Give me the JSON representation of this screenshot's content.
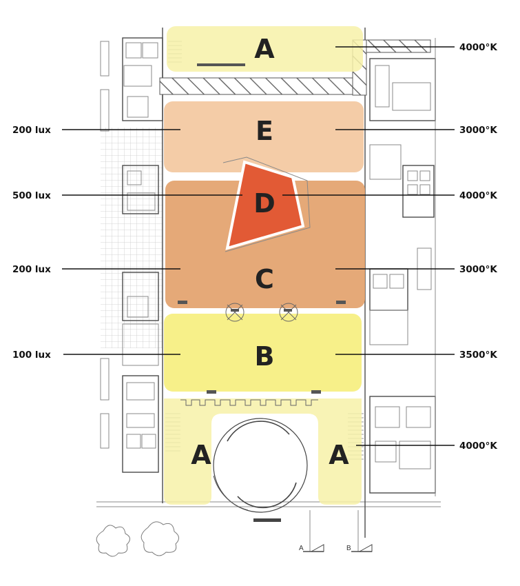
{
  "colors": {
    "zone_a": "#f7f1a8",
    "zone_b": "#f6ee7c",
    "zone_c": "#e3a26c",
    "zone_d": "#e25a35",
    "zone_e": "#f3c79d",
    "hatch": "#6f6f6f",
    "plan_lines": "#8a8a8a"
  },
  "zones": {
    "a_top": "A",
    "e": "E",
    "d": "D",
    "c": "C",
    "b": "B",
    "a_left": "A",
    "a_right": "A"
  },
  "illuminance_labels": [
    "200 lux",
    "500 lux",
    "200 lux",
    "100 lux"
  ],
  "color_temperature_labels": [
    "4000°K",
    "3000°K",
    "4000°K",
    "3000°K",
    "3500°K",
    "4000°K"
  ],
  "section_markers": [
    "A",
    "B"
  ]
}
